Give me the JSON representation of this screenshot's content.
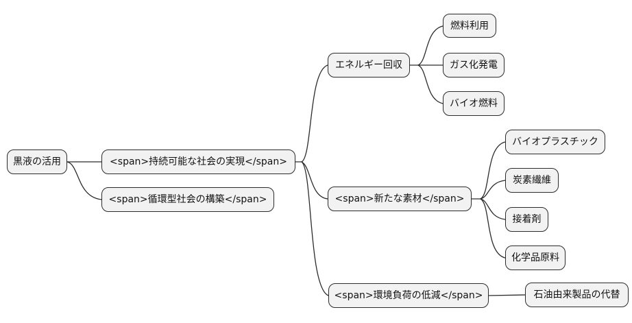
{
  "diagram_type": "mindmap",
  "colors": {
    "background": "#ffffff",
    "node_fill": "#f2f2f2",
    "node_border": "#2b2b2b",
    "edge": "#2b2b2b",
    "text": "#111111"
  },
  "tree": {
    "root": {
      "label": "黒液の活用",
      "children": [
        {
          "label": "<span>持続可能な社会の実現</span>",
          "children": [
            {
              "label": "エネルギー回収",
              "children": [
                {
                  "label": "燃料利用"
                },
                {
                  "label": "ガス化発電"
                },
                {
                  "label": "バイオ燃料"
                }
              ]
            },
            {
              "label": "<span>新たな素材</span>",
              "children": [
                {
                  "label": "バイオプラスチック"
                },
                {
                  "label": "炭素繊維"
                },
                {
                  "label": "接着剤"
                },
                {
                  "label": "化学品原料"
                }
              ]
            },
            {
              "label": "<span>環境負荷の低減</span>",
              "children": [
                {
                  "label": "石油由来製品の代替"
                }
              ]
            }
          ]
        },
        {
          "label": "<span>循環型社会の構築</span>",
          "children": []
        }
      ]
    }
  }
}
